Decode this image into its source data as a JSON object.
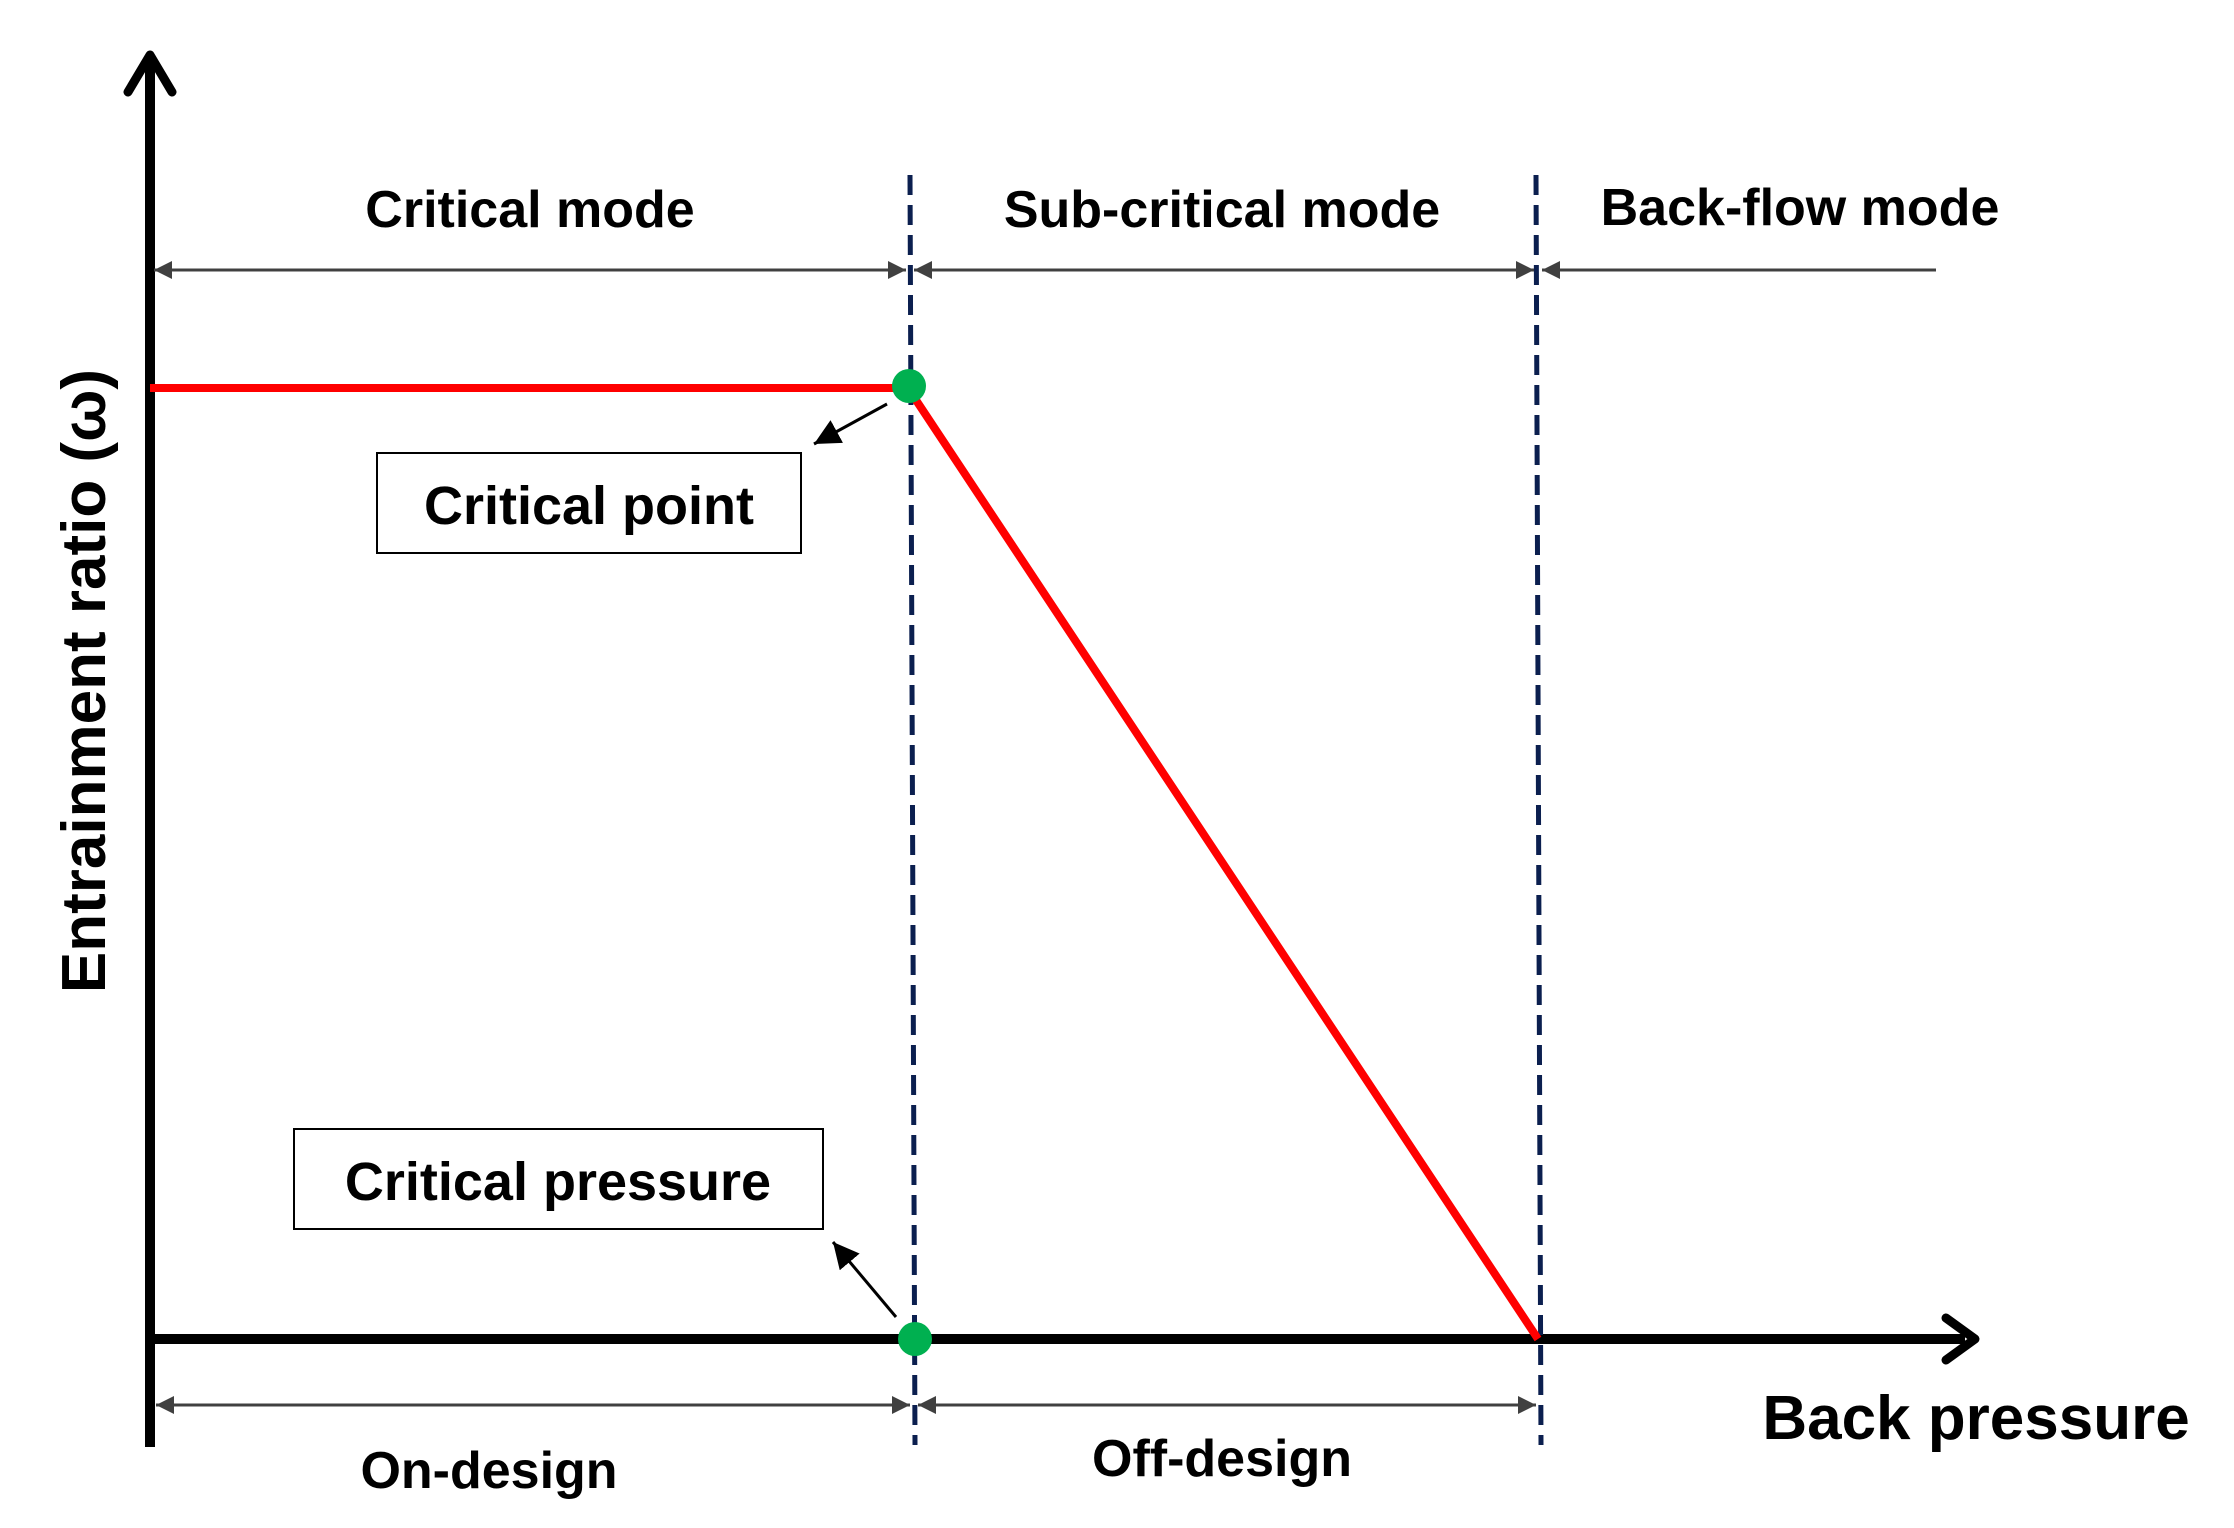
{
  "chart_data": {
    "type": "line",
    "xlabel": "Back pressure",
    "ylabel": "Entrainment ratio (ω)",
    "modes": [
      "Critical mode",
      "Sub-critical mode",
      "Back-flow mode"
    ],
    "design_regions": [
      "On-design",
      "Off-design"
    ],
    "annotations": {
      "critical_point": "Critical point",
      "critical_pressure": "Critical pressure"
    }
  },
  "colors": {
    "curve": "#ff0000",
    "marker": "#00b050",
    "divider": "#0b1f4f",
    "axis": "#000000",
    "span_arrow": "#404040"
  }
}
